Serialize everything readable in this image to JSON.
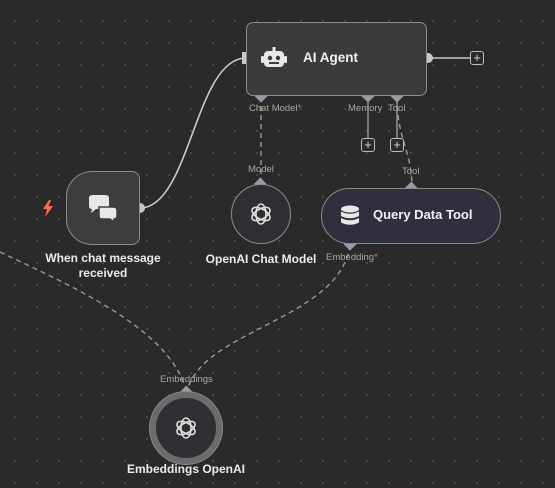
{
  "nodes": {
    "agent": {
      "title": "AI Agent",
      "icon": "robot-icon"
    },
    "trigger": {
      "caption": "When chat message received",
      "icon": "chat-bubbles-icon",
      "trigger_icon": "lightning-bolt-icon"
    },
    "chat_model": {
      "caption": "OpenAI Chat Model",
      "icon": "openai-icon"
    },
    "tool": {
      "title": "Query Data Tool",
      "icon": "database-icon"
    },
    "embeddings": {
      "caption": "Embeddings OpenAI",
      "icon": "openai-icon"
    }
  },
  "ports": {
    "chat_model": "Chat Model",
    "required_mark": "*",
    "memory": "Memory",
    "tool": "Tool",
    "model_input": "Model",
    "tool_input": "Tool",
    "embedding": "Embedding",
    "embeddings_input": "Embeddings"
  },
  "colors": {
    "canvas": "#2a2a2a",
    "node_border": "#8c8c8c",
    "required": "#ff6d5a",
    "wire": "#c9c9c9"
  }
}
